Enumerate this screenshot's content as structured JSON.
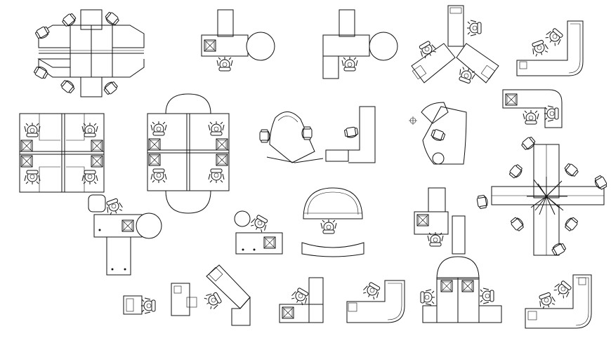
{
  "drawing": {
    "background": "#ffffff",
    "line_color": "#111111",
    "blocks": [
      {
        "id": "cluster-4-desk-pods",
        "kind": "cluster"
      },
      {
        "id": "l-desk-round-table-a",
        "kind": "l-desk"
      },
      {
        "id": "l-desk-round-table-b",
        "kind": "l-desk"
      },
      {
        "id": "y-three-way-workstation",
        "kind": "y-desk"
      },
      {
        "id": "corner-workstation-top-right",
        "kind": "corner"
      },
      {
        "id": "cubicle-quad-left",
        "kind": "cubicle"
      },
      {
        "id": "cubicle-quad-rounded",
        "kind": "cubicle"
      },
      {
        "id": "curved-reception-desk",
        "kind": "curved"
      },
      {
        "id": "curved-desk-small",
        "kind": "curved"
      },
      {
        "id": "corner-desk-right-top",
        "kind": "corner"
      },
      {
        "id": "cross-workstation-plant",
        "kind": "cross"
      },
      {
        "id": "executive-desk-round-table",
        "kind": "executive"
      },
      {
        "id": "desk-round-table-small",
        "kind": "desk"
      },
      {
        "id": "semicircle-reception",
        "kind": "reception"
      },
      {
        "id": "l-desk-mid-right",
        "kind": "l-desk"
      },
      {
        "id": "small-desk-chair",
        "kind": "desk"
      },
      {
        "id": "angled-l-workstation",
        "kind": "l-desk"
      },
      {
        "id": "l-desk-bottom-a",
        "kind": "l-desk"
      },
      {
        "id": "curved-l-desk-bottom",
        "kind": "corner"
      },
      {
        "id": "double-arch-workstation",
        "kind": "cluster"
      },
      {
        "id": "corner-workstation-bottom-right",
        "kind": "corner"
      }
    ]
  }
}
